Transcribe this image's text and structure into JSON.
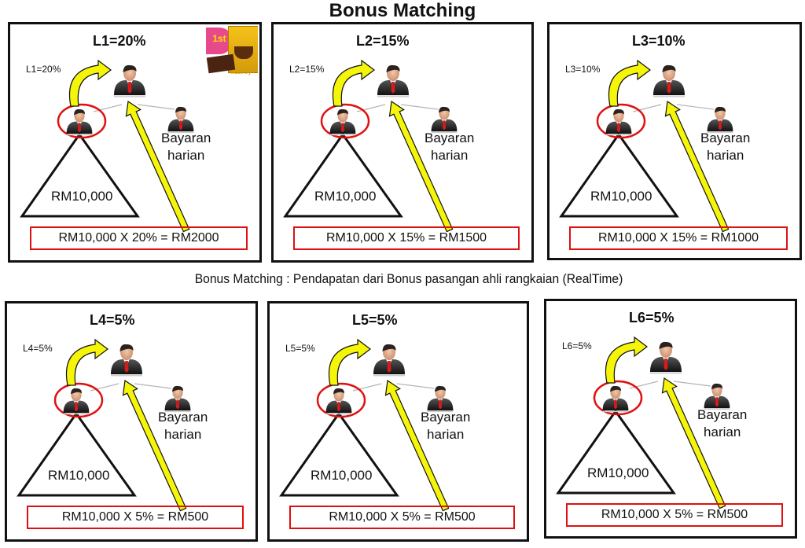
{
  "header": {
    "title": "Bonus Matching"
  },
  "subtitle": "Bonus Matching : Pendapatan dari Bonus pasangan ahli rangkaian (RealTime)",
  "colors": {
    "arrow": "#f5f50a",
    "highlight": "#e01010",
    "border": "#111111"
  },
  "panels": [
    {
      "level": "L1",
      "heading": "L1=20%",
      "side_label": "L1=20%",
      "group_sales": "RM10,000",
      "payout_label": "Bayaran harian",
      "payout_line1": "Bayaran",
      "payout_line2": "harian",
      "formula": "RM10,000 X 20% = RM2000",
      "has_product_image": true
    },
    {
      "level": "L2",
      "heading": "L2=15%",
      "side_label": "L2=15%",
      "group_sales": "RM10,000",
      "payout_line1": "Bayaran",
      "payout_line2": "harian",
      "formula": "RM10,000 X 15% = RM1500",
      "has_product_image": false
    },
    {
      "level": "L3",
      "heading": "L3=10%",
      "side_label": "L3=10%",
      "group_sales": "RM10,000",
      "payout_line1": "Bayaran",
      "payout_line2": "harian",
      "formula": "RM10,000 X 15% = RM1000",
      "has_product_image": false
    },
    {
      "level": "L4",
      "heading": "L4=5%",
      "side_label": "L4=5%",
      "group_sales": "RM10,000",
      "payout_line1": "Bayaran",
      "payout_line2": "harian",
      "formula": "RM10,000 X 5% = RM500",
      "has_product_image": false
    },
    {
      "level": "L5",
      "heading": "L5=5%",
      "side_label": "L5=5%",
      "group_sales": "RM10,000",
      "payout_line1": "Bayaran",
      "payout_line2": "harian",
      "formula": "RM10,000 X 5% = RM500",
      "has_product_image": false
    },
    {
      "level": "L6",
      "heading": "L6=5%",
      "side_label": "L6=5%",
      "group_sales": "RM10,000",
      "payout_line1": "Bayaran",
      "payout_line2": "harian",
      "formula": "RM10,000 X 5% = RM500",
      "has_product_image": false
    }
  ],
  "product_image": {
    "badge_text": "1st",
    "caption": "must try"
  }
}
